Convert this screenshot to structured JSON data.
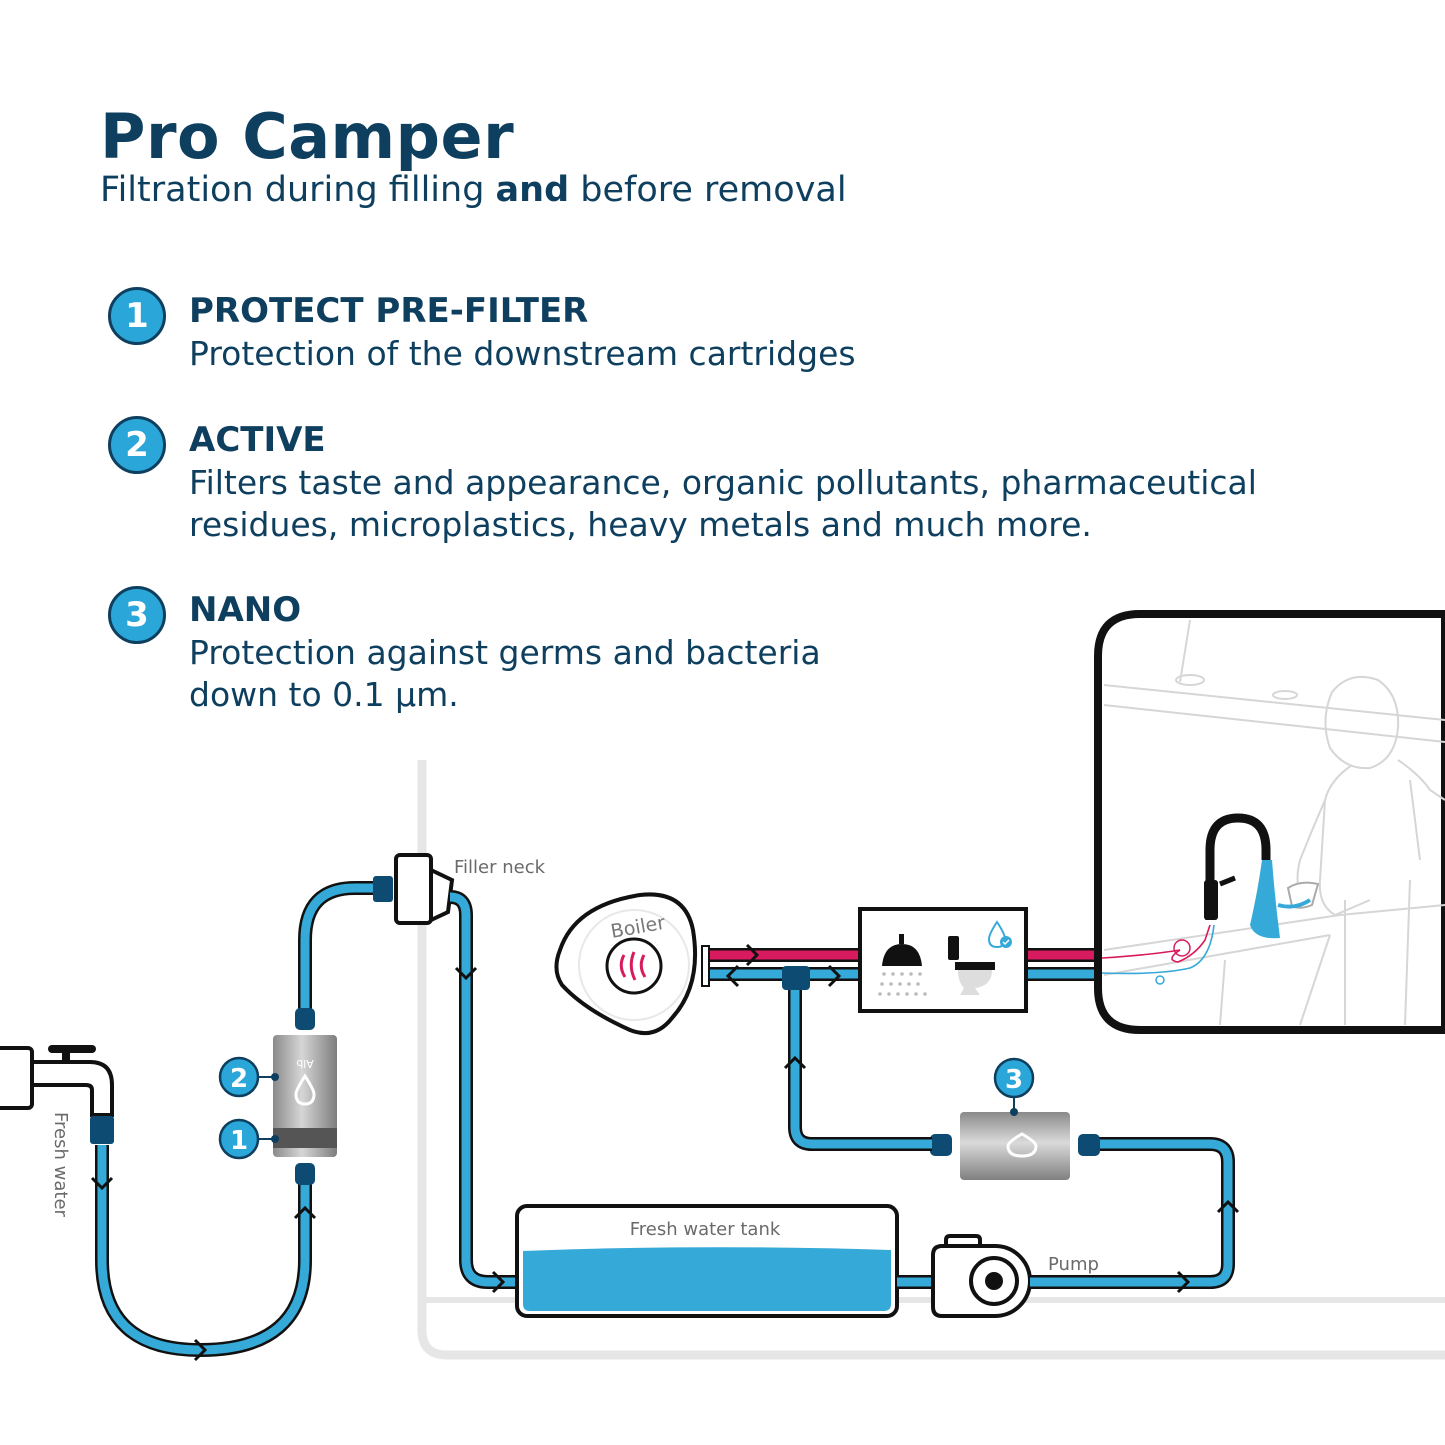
{
  "header": {
    "title": "Pro Camper",
    "subtitle_pre": "Filtration during filling ",
    "subtitle_bold": "and",
    "subtitle_post": " before removal"
  },
  "steps": [
    {
      "number": "1",
      "title": "PROTECT PRE-FILTER",
      "desc": "Protection of the downstream cartridges"
    },
    {
      "number": "2",
      "title": "ACTIVE",
      "desc": "Filters taste and appearance, organic pollutants, pharmaceutical residues, microplastics, heavy metals and much more."
    },
    {
      "number": "3",
      "title": "NANO",
      "desc": "Protection against germs and bacteria down to 0.1 µm."
    }
  ],
  "diagram": {
    "labels": {
      "fresh_water": "Fresh water",
      "filler_neck": "Filler neck",
      "boiler": "Boiler",
      "tank": "Fresh water tank",
      "pump": "Pump",
      "brand": "Alb"
    },
    "markers": {
      "pre_filter": "1",
      "active": "2",
      "nano": "3"
    },
    "colors": {
      "navy": "#0e3f5f",
      "water": "#35a9d8",
      "hot": "#d81b5e",
      "frame": "#e6e6e6"
    }
  }
}
